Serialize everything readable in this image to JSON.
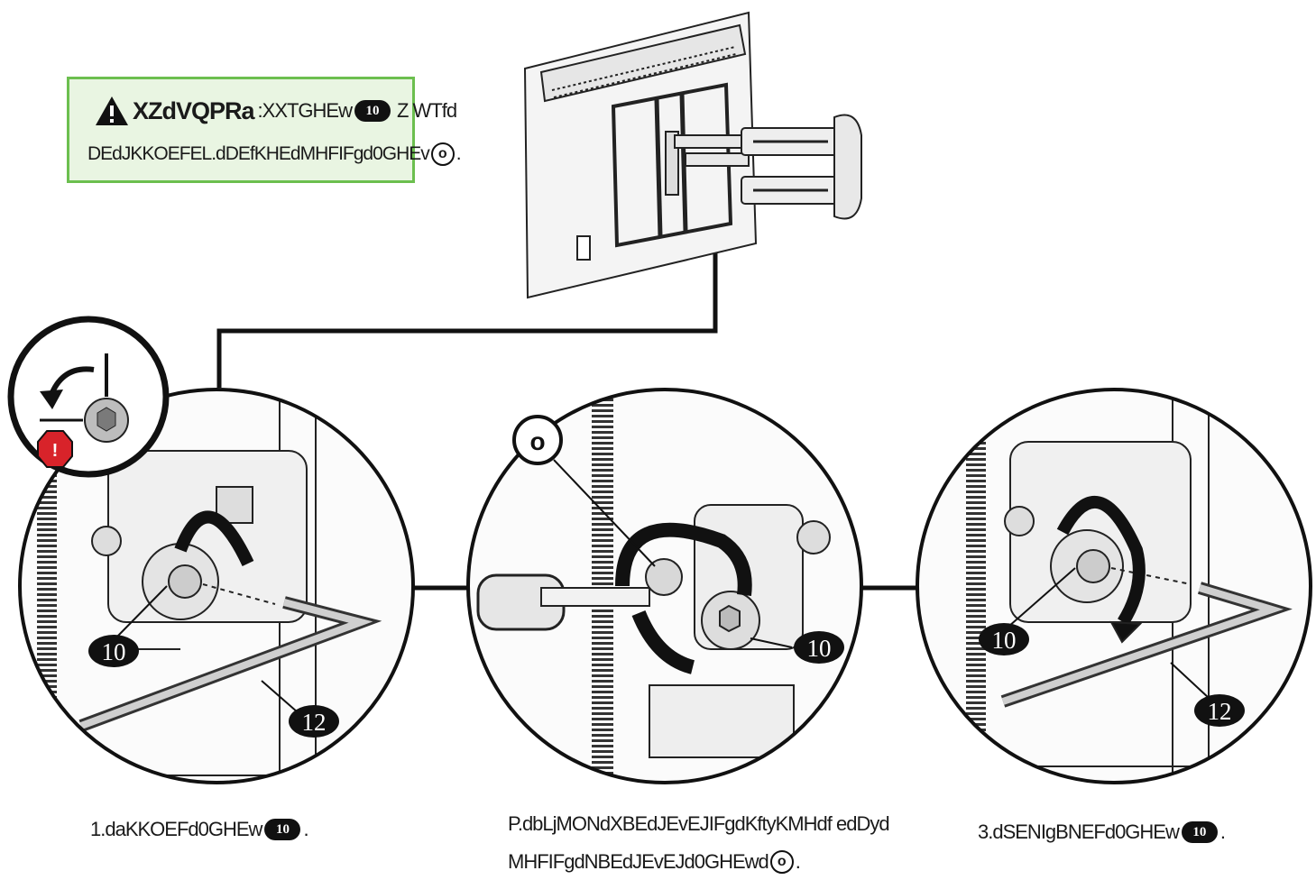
{
  "callout": {
    "title": "XZdVQPRa",
    "line1_text": ":XXTGHEw",
    "line1_badge": "10",
    "line1_tail": "Z WTfd",
    "line2_text": "DEdJKKOEFEL.dDEfKHEdMHFIFgd0GHEv",
    "line2_ring": "o",
    "line2_end": "."
  },
  "diagram": {
    "badge_ten": "10",
    "badge_twelve": "12",
    "ring_label": "o",
    "colors": {
      "callout_border": "#6cbf4f",
      "callout_fill": "#e9f5e2",
      "stop_red": "#d8232a"
    }
  },
  "steps": {
    "step1": {
      "text": "1.daKKOEFd0GHEw",
      "badge": "10",
      "end": "."
    },
    "step2": {
      "line1": "P.dbLjMONdXBEdJEvEJIFgdKftyKMHdf edDyd",
      "line2_text": "MHFIFgdNBEdJEvEJd0GHEwd",
      "ring": "o",
      "end": "."
    },
    "step3": {
      "text": "3.dSENIgBNEFd0GHEw",
      "badge": "10",
      "end": "."
    }
  },
  "icons": [
    "warning-icon",
    "rotate-counterclockwise-icon",
    "stop-icon",
    "hex-bolt-icon"
  ]
}
